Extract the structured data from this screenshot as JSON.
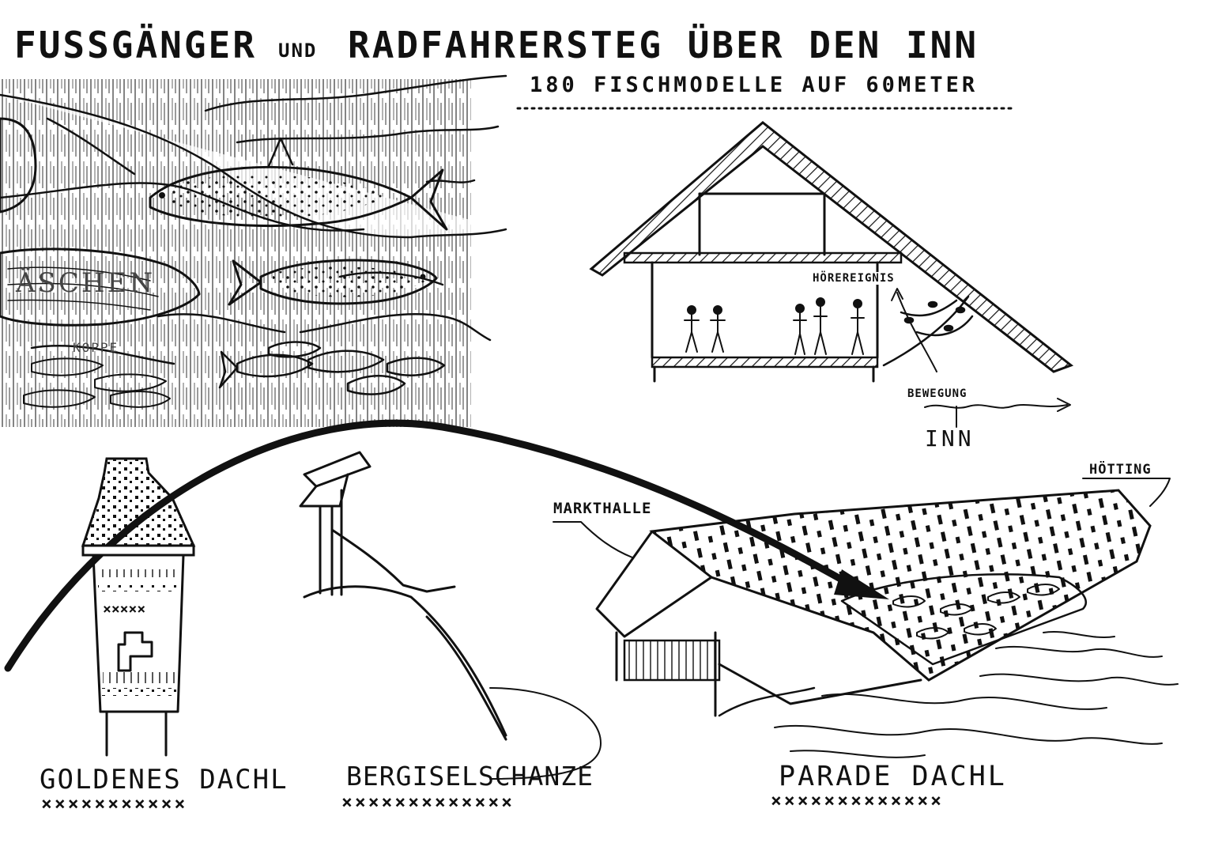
{
  "title": {
    "part1": "FUSSGÄNGER",
    "part2": "UND",
    "part3": "RADFAHRERSTEG ÜBER DEN INN"
  },
  "subtitle": "180 FISCHMODELLE AUF 60METER",
  "fish_panel": {
    "label_1": "ÄSCHEN",
    "label_2": "KOPPE"
  },
  "section_sketch": {
    "hoerereignis": "HÖREREIGNIS",
    "bewegung": "BEWEGUNG",
    "inn": "INN"
  },
  "landmarks": {
    "goldenes": {
      "label": "GOLDENES DACHL",
      "marks": "×××××××××××"
    },
    "bergisel": {
      "label": "BERGISELSCHANZE",
      "marks": "×××××××××××××"
    },
    "parade": {
      "label": "PARADE DACHL",
      "marks": "×××××××××××××"
    }
  },
  "bridge": {
    "markthalle": "MARKTHALLE",
    "hoetting": "HÖTTING"
  }
}
